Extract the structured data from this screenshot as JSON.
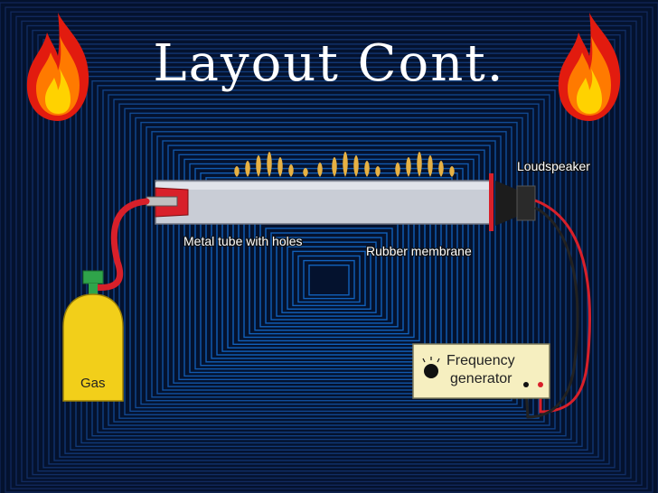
{
  "slide": {
    "title": "Layout Cont.",
    "decor": {
      "flame_icon": "flame-icon",
      "flame_colors": [
        "#ffd200",
        "#ff7a00",
        "#e21b0f"
      ]
    }
  },
  "diagram": {
    "labels": {
      "tube": "Metal tube with holes",
      "membrane": "Rubber membrane",
      "speaker": "Loudspeaker",
      "gas": "Gas",
      "generator_line1": "Frequency",
      "generator_line2": "generator"
    },
    "colors": {
      "tube": "#c9cdd6",
      "gas_cylinder": "#f2cf1a",
      "hose": "#d8202a",
      "generator_panel": "#f6efc0",
      "flame_tips": "#e7b143"
    }
  }
}
